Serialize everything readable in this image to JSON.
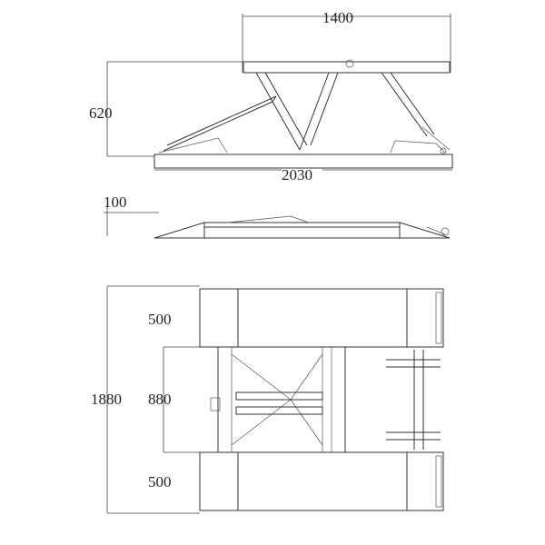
{
  "title": "Scissor lift dimension drawing",
  "side_view": {
    "width_top": "1400",
    "height": "620",
    "length_base": "2030"
  },
  "low_view": {
    "min_height": "100"
  },
  "plan_view": {
    "total_width": "1880",
    "platform_width_top": "500",
    "gap": "880",
    "platform_width_bottom": "500"
  }
}
